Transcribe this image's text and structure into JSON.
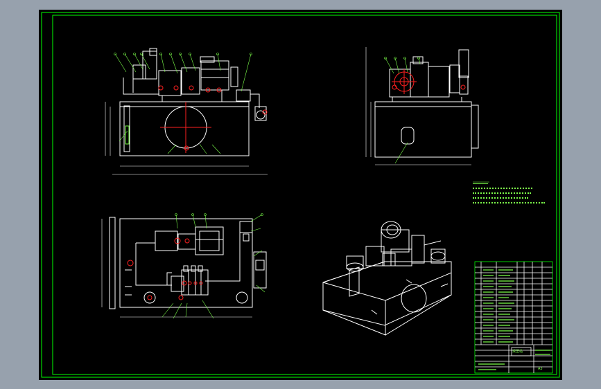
{
  "drawing": {
    "type": "cad-assembly-drawing",
    "subject": "hydraulic-power-unit",
    "colors": {
      "background": "#000000",
      "frame_line": "#00ff00",
      "outline": "#ffffff",
      "center_line": "#ff2020",
      "leader": "#7cff4a",
      "note_text": "#7cff4a",
      "viewport": "#97a1ad"
    },
    "views": [
      "front-view",
      "side-view",
      "top-view",
      "isometric-view"
    ],
    "title_block": {
      "title": "液压站",
      "sheet_size": "A3"
    }
  }
}
